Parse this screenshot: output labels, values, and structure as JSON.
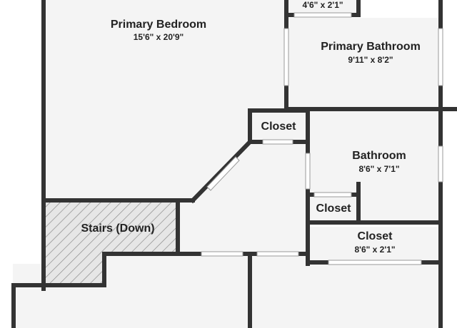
{
  "rooms": [
    {
      "id": "primary-bedroom",
      "name": "Primary Bedroom",
      "dims": "15'6\" x 20'9\""
    },
    {
      "id": "closet-top",
      "name": "",
      "dims": "4'6\" x 2'1\""
    },
    {
      "id": "primary-bathroom",
      "name": "Primary Bathroom",
      "dims": "9'11\" x 8'2\""
    },
    {
      "id": "closet-hall",
      "name": "Closet",
      "dims": ""
    },
    {
      "id": "bathroom",
      "name": "Bathroom",
      "dims": "8'6\" x 7'1\""
    },
    {
      "id": "closet-small",
      "name": "Closet",
      "dims": ""
    },
    {
      "id": "stairs",
      "name": "Stairs (Down)",
      "dims": ""
    },
    {
      "id": "closet-bottom",
      "name": "Closet",
      "dims": "8'6\" x 2'1\""
    }
  ],
  "colors": {
    "wall": "#333333",
    "floor": "#f4f4f4",
    "window": "#ffffff",
    "window_edge": "#9a9a9a",
    "stairs_hatch": "#8a8a8a",
    "background": "#ffffff"
  }
}
